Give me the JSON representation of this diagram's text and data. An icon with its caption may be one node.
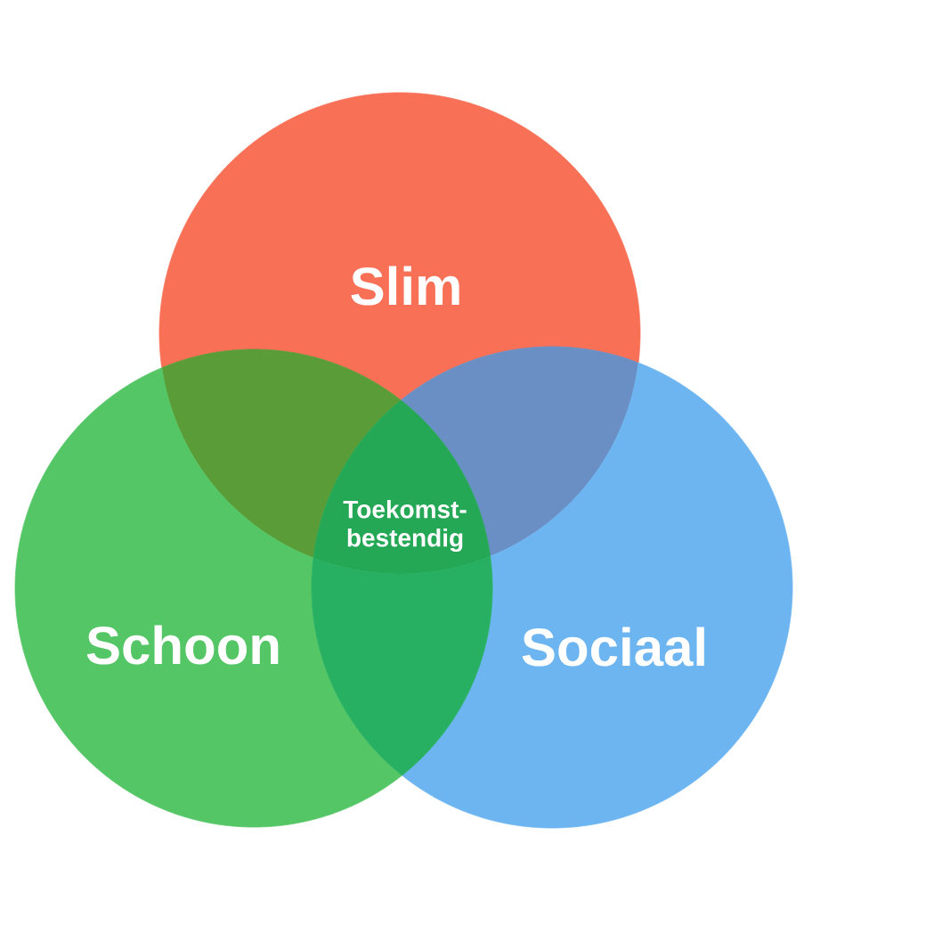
{
  "diagram": {
    "nodes": [
      {
        "text": [
          "Slim"
        ]
      },
      {
        "text": [],
        "shape": "lens"
      },
      {
        "text": [],
        "shape": "lens"
      },
      {
        "text": [
          "Toekomst- bestendig"
        ]
      },
      {
        "text": [
          "Schoon"
        ]
      },
      {
        "text": [
          "Sociaal"
        ]
      },
      {
        "text": [],
        "shape": "lens"
      }
    ]
  }
}
